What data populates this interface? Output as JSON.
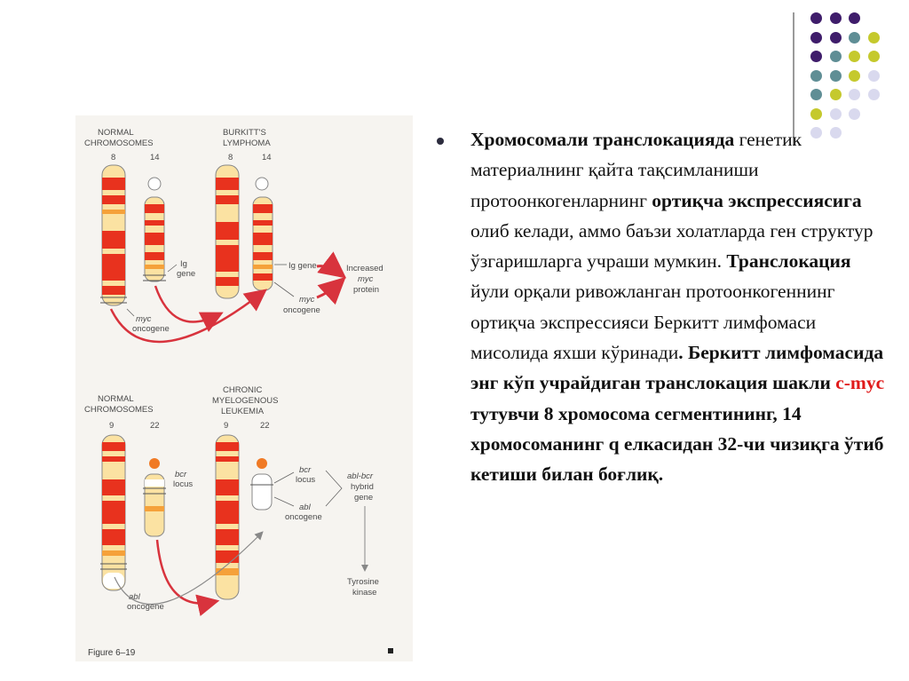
{
  "colors": {
    "accent_purple": "#3f1d6b",
    "accent_teal": "#5f8e95",
    "accent_yellow": "#c5c92d",
    "accent_lavender": "#d9d9ee",
    "chrom_band_red": "#e8321e",
    "chrom_band_orange": "#f5a13a",
    "chrom_band_yellow": "#fbe27a",
    "highlight_red": "#e01a1a"
  },
  "figure": {
    "top": {
      "left_title_1": "NORMAL",
      "left_title_2": "CHROMOSOMES",
      "right_title_1": "BURKITT'S",
      "right_title_2": "LYMPHOMA",
      "num_a": "8",
      "num_b": "14",
      "num_c": "8",
      "num_d": "14",
      "ig_label_1": "Ig",
      "ig_label_2": "gene",
      "myc_label_1": "myc",
      "myc_label_2": "oncogene",
      "ig_label_right": "Ig gene",
      "myc_right_1": "myc",
      "myc_right_2": "oncogene",
      "increased_1": "Increased",
      "increased_2": "myc",
      "increased_3": "protein"
    },
    "bottom": {
      "left_title_1": "NORMAL",
      "left_title_2": "CHROMOSOMES",
      "right_title_1": "CHRONIC",
      "right_title_2": "MYELOGENOUS",
      "right_title_3": "LEUKEMIA",
      "num_a": "9",
      "num_b": "22",
      "num_c": "9",
      "num_d": "22",
      "bcr_1": "bcr",
      "bcr_2": "locus",
      "bcr_right_1": "bcr",
      "bcr_right_2": "locus",
      "abl_right_1": "abl",
      "abl_right_2": "oncogene",
      "hybrid_1": "abl-bcr",
      "hybrid_2": "hybrid",
      "hybrid_3": "gene",
      "tyrosine_1": "Tyrosine",
      "tyrosine_2": "kinase",
      "abl_left_1": "abl",
      "abl_left_2": "oncogene"
    },
    "caption": "Figure 6–19"
  },
  "body": {
    "s1": "Хромосомали транслокацияда",
    "s2": " генетик материалнинг  қайта тақсимланиши протоонкогенларнинг ",
    "s3": "ортиқча экспрессиясига",
    "s4": " олиб келади, аммо баъзи холатларда ген структур ўзгаришларга учраши мумкин. ",
    "s5": "Транслокация",
    "s6": " йули орқали ривожланган протоонкогеннинг ортиқча экспрессияси Беркитт лимфомаси мисолида яхши кўринади",
    "s7": ". Беркитт лимфомасида энг кўп учрайдиган транслокация шакли ",
    "s8": "c-myc",
    "s9": " тутувчи 8 хромосома сегментининг, 14 хромосоманинг q елкасидан 32-чи чизиқга ўтиб кетиши билан боғлиқ."
  }
}
